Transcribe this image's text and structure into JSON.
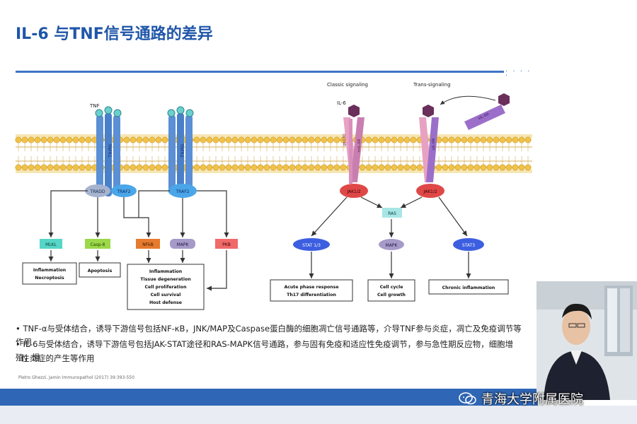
{
  "slide": {
    "title": "IL-6 与TNF信号通路的差异"
  },
  "diagram": {
    "tnf_label": "TNF",
    "il6_label": "IL-6",
    "classic_label": "Classic signaling",
    "trans_label": "Trans-signaling",
    "receptors": {
      "tnfr1": "TNFR1",
      "tnfr2": "TNFR2",
      "gp130_a": "gp130",
      "mil6r": "mIL-6R",
      "gp130_b": "gp130",
      "sil6r": "sIL-6R",
      "il6r_free": "sIL-6R"
    },
    "adaptors": {
      "tradd": "TRADD",
      "traf2_a": "TRAF2",
      "traf2_b": "TRAF2",
      "jak_a": "JAK1/2",
      "jak_b": "JAK1/2"
    },
    "signals": {
      "mlkl": "MLKL",
      "casp8": "Casp-8",
      "nfkb": "NFkB",
      "mapk_a": "MAPK",
      "pkb": "PKB",
      "stat13": "STAT 1/3",
      "ras": "RAS",
      "mapk_b": "MAPK",
      "stat3": "STAT3"
    },
    "outcomes": {
      "inflammation_necroptosis": [
        "Inflammation",
        "Necroptosis"
      ],
      "apoptosis": [
        "Apoptosis"
      ],
      "tnf_multi": [
        "Inflammation",
        "Tissue degeneration",
        "Cell proliferation",
        "Cell survival",
        "Host defense"
      ],
      "acute_phase": [
        "Acute phase response",
        "Th17 differentiation"
      ],
      "cell_cycle": [
        "Cell cycle",
        "Cell growth"
      ],
      "chronic": [
        "Chronic inflammation"
      ]
    }
  },
  "bullets": {
    "b1": "• TNF-α与受体结合，诱导下游信号包括NF-κB，JNK/MAP及Caspase蛋白酶的细胞凋亡信号通路等，介导TNF参与炎症，凋亡及免疫调节等作用",
    "b2_line1": "• IL-6与受体结合，诱导下游信号包括JAK-STAT途径和RAS-MAPK信号通路，参与固有免疫和适应性免疫调节，参与急性期反应物，细胞增殖，慢",
    "b2_line2": "性炎症的产生等作用"
  },
  "citation": "Pietro Ghezzi, Jamin Immunopathol  (2017) 39:393-550",
  "watermark": "青海大学附属医院",
  "colors": {
    "title": "#1f56a8",
    "rule": "#3d74c4",
    "bottom_bar": "#2f66b5",
    "tnf_receptor": "#5b8fd6",
    "il6_receptor": "#e7a1c3",
    "il6r_purple": "#9b6fc9",
    "ligand_teal": "#6ccfcf",
    "il6_ligand": "#6b2f5b",
    "jak_red": "#e04848",
    "traf_blue": "#4aa6e8",
    "tradd_gray": "#a6b4cf",
    "mlkl_teal": "#56d6c6",
    "casp_green": "#9bd84a",
    "nfkb_orange": "#e67a2e",
    "mapk_lilac": "#a59ac8",
    "pkb_salmon": "#f06a6a",
    "stat_blue": "#3c5ee0",
    "ras_teal": "#a8e6e6",
    "membrane_yellow": "#f0c24a"
  }
}
